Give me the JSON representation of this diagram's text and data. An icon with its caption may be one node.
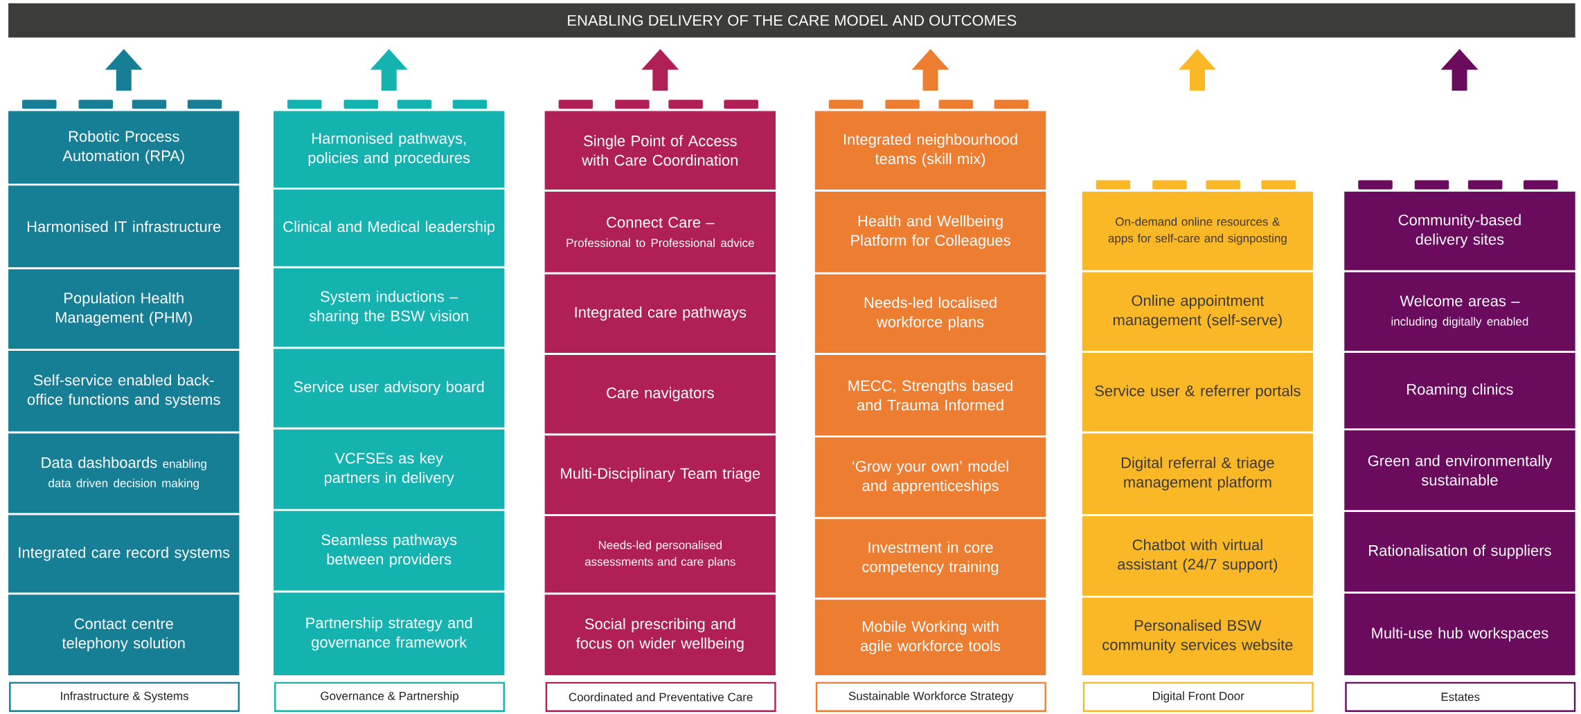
{
  "diagram": {
    "nodes": [
      {
        "text": [
          "ENABLING DELIVERY OF THE CARE MODEL AND OUTCOMES"
        ]
      },
      {
        "text": [
          "Robotic Process Automation (RPA)"
        ]
      },
      {
        "text": [
          "Harmonised IT infrastructure"
        ]
      },
      {
        "text": [
          "Population Health Management (PHM)"
        ]
      },
      {
        "text": [
          "Self-service enabled back-office functions and systems"
        ]
      },
      {
        "text": [
          "Data dashboards",
          "enabling data driven decision making"
        ]
      },
      {
        "text": [
          "Integrated care record systems"
        ]
      },
      {
        "text": [
          "Contact centre telephony solution"
        ]
      },
      {
        "text": [
          "Infrastructure & Systems"
        ]
      },
      {
        "text": [
          "Harmonised pathways, policies and procedures"
        ]
      },
      {
        "text": [
          "Clinical and Medical leadership"
        ]
      },
      {
        "text": [
          "System inductions – sharing the BSW vision"
        ]
      },
      {
        "text": [
          "Service user advisory board"
        ]
      },
      {
        "text": [
          "VCFSEs as key partners in delivery"
        ]
      },
      {
        "text": [
          "Seamless pathways between providers"
        ]
      },
      {
        "text": [
          "Partnership strategy and governance framework"
        ]
      },
      {
        "text": [
          "Governance & Partnership"
        ]
      },
      {
        "text": [
          "Single Point of Access with Care Coordination"
        ]
      },
      {
        "text": [
          "Connect Care –",
          "Professional to Professional advice"
        ]
      },
      {
        "text": [
          "Integrated care pathways"
        ]
      },
      {
        "text": [
          "Care navigators"
        ]
      },
      {
        "text": [
          "Multi-Disciplinary Team triage"
        ]
      },
      {
        "text": [
          "Needs-led personalised assessments and care plans"
        ]
      },
      {
        "text": [
          "Social prescribing and focus on wider wellbeing"
        ]
      },
      {
        "text": [
          "Coordinated and Preventative Care"
        ]
      },
      {
        "text": [
          "Integrated neighbourhood teams (skill mix)"
        ]
      },
      {
        "text": [
          "Health and Wellbeing Platform for Colleagues"
        ]
      },
      {
        "text": [
          "Needs-led localised workforce plans"
        ]
      },
      {
        "text": [
          "MECC, Strengths based and Trauma Informed"
        ]
      },
      {
        "text": [
          "‘Grow your own’ model and apprenticeships"
        ]
      },
      {
        "text": [
          "Investment in core competency training"
        ]
      },
      {
        "text": [
          "Mobile Working with agile workforce tools"
        ]
      },
      {
        "text": [
          "Sustainable Workforce Strategy"
        ]
      },
      {
        "text": [
          "On-demand online resources & apps for self-care and signposting"
        ]
      },
      {
        "text": [
          "Online appointment management (self-serve)"
        ]
      },
      {
        "text": [
          "Service user & referrer portals"
        ]
      },
      {
        "text": [
          "Digital referral & triage management platform"
        ]
      },
      {
        "text": [
          "Chatbot with virtual assistant (24/7 support)"
        ]
      },
      {
        "text": [
          "Personalised BSW community services website"
        ]
      },
      {
        "text": [
          "Digital Front Door"
        ]
      },
      {
        "text": [
          "Community-based delivery sites"
        ]
      },
      {
        "text": [
          "Welcome areas –",
          "including digitally enabled"
        ]
      },
      {
        "text": [
          "Roaming clinics"
        ]
      },
      {
        "text": [
          "Green and environmentally sustainable"
        ]
      },
      {
        "text": [
          "Rationalisation of suppliers"
        ]
      },
      {
        "text": [
          "Multi-use hub workspaces"
        ]
      },
      {
        "text": [
          "Estates"
        ]
      }
    ],
    "edges": [
      {
        "from": 1,
        "to": 0,
        "arrow": "to",
        "color": "#167f95"
      },
      {
        "from": 9,
        "to": 0,
        "arrow": "to",
        "color": "#15b3b0"
      },
      {
        "from": 17,
        "to": 0,
        "arrow": "to",
        "color": "#b01f55"
      },
      {
        "from": 25,
        "to": 0,
        "arrow": "to",
        "color": "#ed7d31"
      },
      {
        "from": null,
        "to": 0,
        "arrow": "to",
        "color": "#fbb826"
      },
      {
        "from": null,
        "to": 0,
        "arrow": "to",
        "color": "#6b0b5e"
      }
    ]
  }
}
